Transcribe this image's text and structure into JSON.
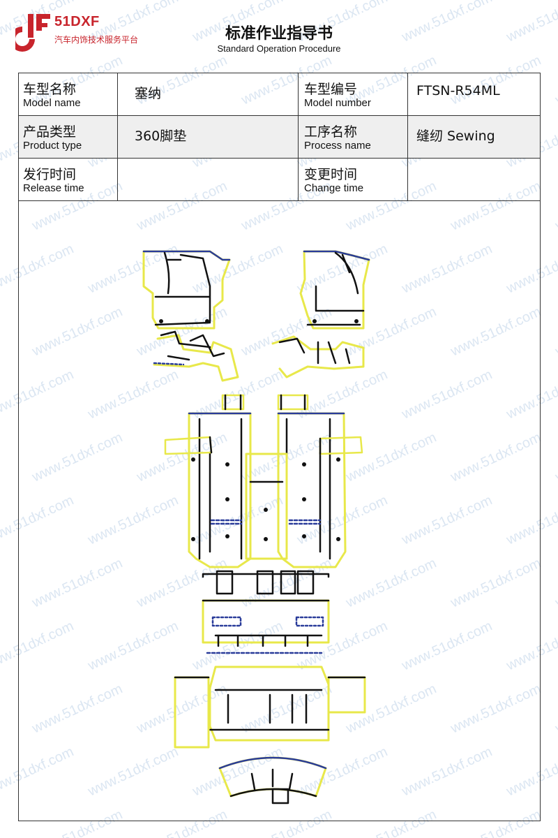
{
  "logo": {
    "brand": "51DXF",
    "subtitle": "汽车内饰技术服务平台"
  },
  "header": {
    "title": "标准作业指导书",
    "subtitle": "Standard Operation Procedure"
  },
  "info": {
    "model_name_zh": "车型名称",
    "model_name_en": "Model name",
    "model_name_value": "塞纳",
    "model_number_zh": "车型编号",
    "model_number_en": "Model number",
    "model_number_value": "FTSN-R54ML",
    "product_type_zh": "产品类型",
    "product_type_en": "Product type",
    "product_type_value": "360脚垫",
    "process_name_zh": "工序名称",
    "process_name_en": "Process name",
    "process_name_value": "缝纫 Sewing",
    "release_time_zh": "发行时间",
    "release_time_en": "Release time",
    "release_time_value": "",
    "change_time_zh": "变更时间",
    "change_time_en": "Change time",
    "change_time_value": ""
  },
  "watermark": {
    "text": "www.51dxf.com",
    "color": "#d8e4f0"
  },
  "colors": {
    "brand": "#c8242c",
    "pattern_yellow": "#e8e84a",
    "pattern_blue": "#2a3c9a",
    "pattern_black": "#111111"
  }
}
